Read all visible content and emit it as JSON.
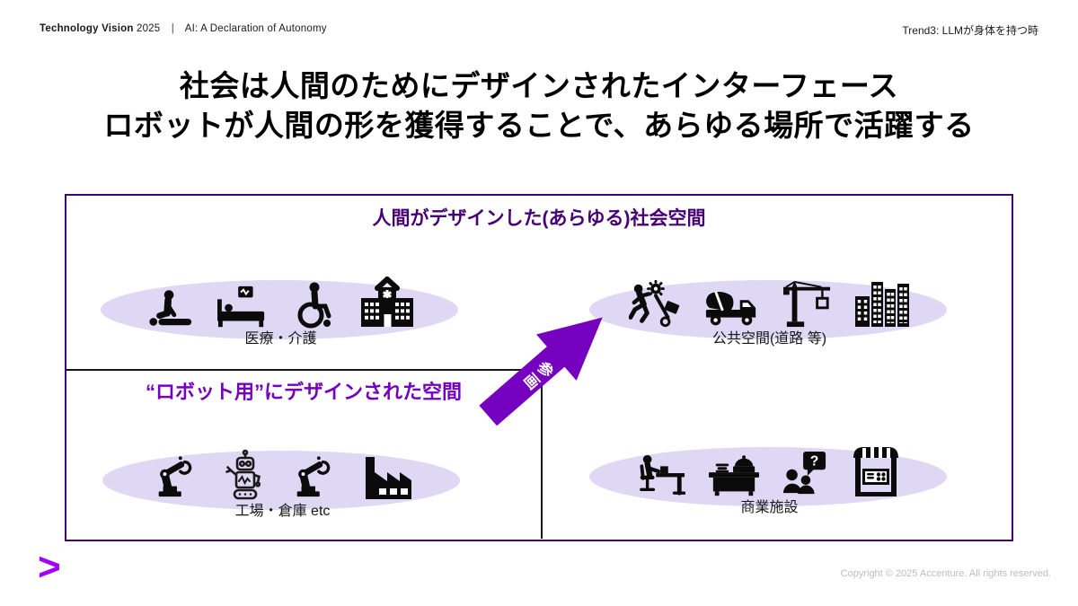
{
  "header": {
    "brand_bold": "Technology Vision",
    "year": "2025",
    "divider": "|",
    "subtitle": "AI: A Declaration of Autonomy",
    "trend": "Trend3: LLMが身体を持つ時"
  },
  "title": {
    "line1": "社会は人間のためにデザインされたインターフェース",
    "line2": "ロボットが人間の形を獲得することで、あらゆる場所で活躍する"
  },
  "diagram": {
    "human_space_header": "人間がデザインした(あらゆる)社会空間",
    "robot_space_header": "“ロボット用”にデザインされた空間",
    "arrow_label": "参画",
    "zones": [
      {
        "id": "medical",
        "label": "医療・介護",
        "icons": [
          "cpr-icon",
          "hospital-bed-icon",
          "wheelchair-icon",
          "hospital-icon"
        ]
      },
      {
        "id": "public",
        "label": "公共空間(道路 等)",
        "icons": [
          "worker-icon",
          "mixer-truck-icon",
          "crane-icon",
          "buildings-icon"
        ]
      },
      {
        "id": "factory",
        "label": "工場・倉庫 etc",
        "icons": [
          "robot-arm-icon",
          "robot-icon",
          "robot-arm-icon",
          "factory-icon"
        ]
      },
      {
        "id": "commercial",
        "label": "商業施設",
        "icons": [
          "desk-worker-icon",
          "buffet-icon",
          "people-question-icon",
          "storefront-icon"
        ]
      }
    ],
    "colors": {
      "border_purple": "#460073",
      "accent_purple": "#7500C0",
      "ellipse_lavender": "#ded8f4",
      "logo_purple": "#A100FF"
    }
  },
  "footer": {
    "logo_glyph": ">",
    "copyright": "Copyright © 2025 Accenture. All rights reserved."
  }
}
